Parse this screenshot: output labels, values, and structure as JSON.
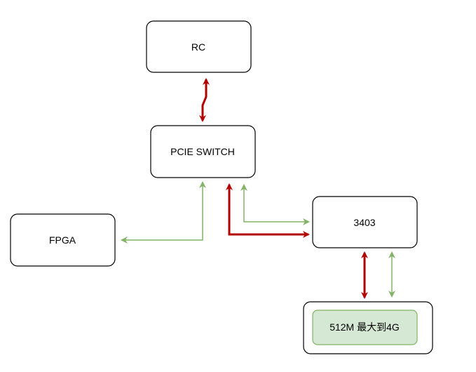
{
  "nodes": {
    "rc": {
      "label": "RC"
    },
    "pcie_switch": {
      "label": "PCIE SWITCH"
    },
    "fpga": {
      "label": "FPGA"
    },
    "chip_3403": {
      "label": "3403"
    },
    "memory": {
      "label": "512M 最大到4G"
    }
  },
  "colors": {
    "node_border": "#000000",
    "node_fill": "#ffffff",
    "red_link": "#b20000",
    "green_link": "#82b366",
    "memory_fill": "#d5e8d4",
    "memory_border": "#82b366"
  }
}
